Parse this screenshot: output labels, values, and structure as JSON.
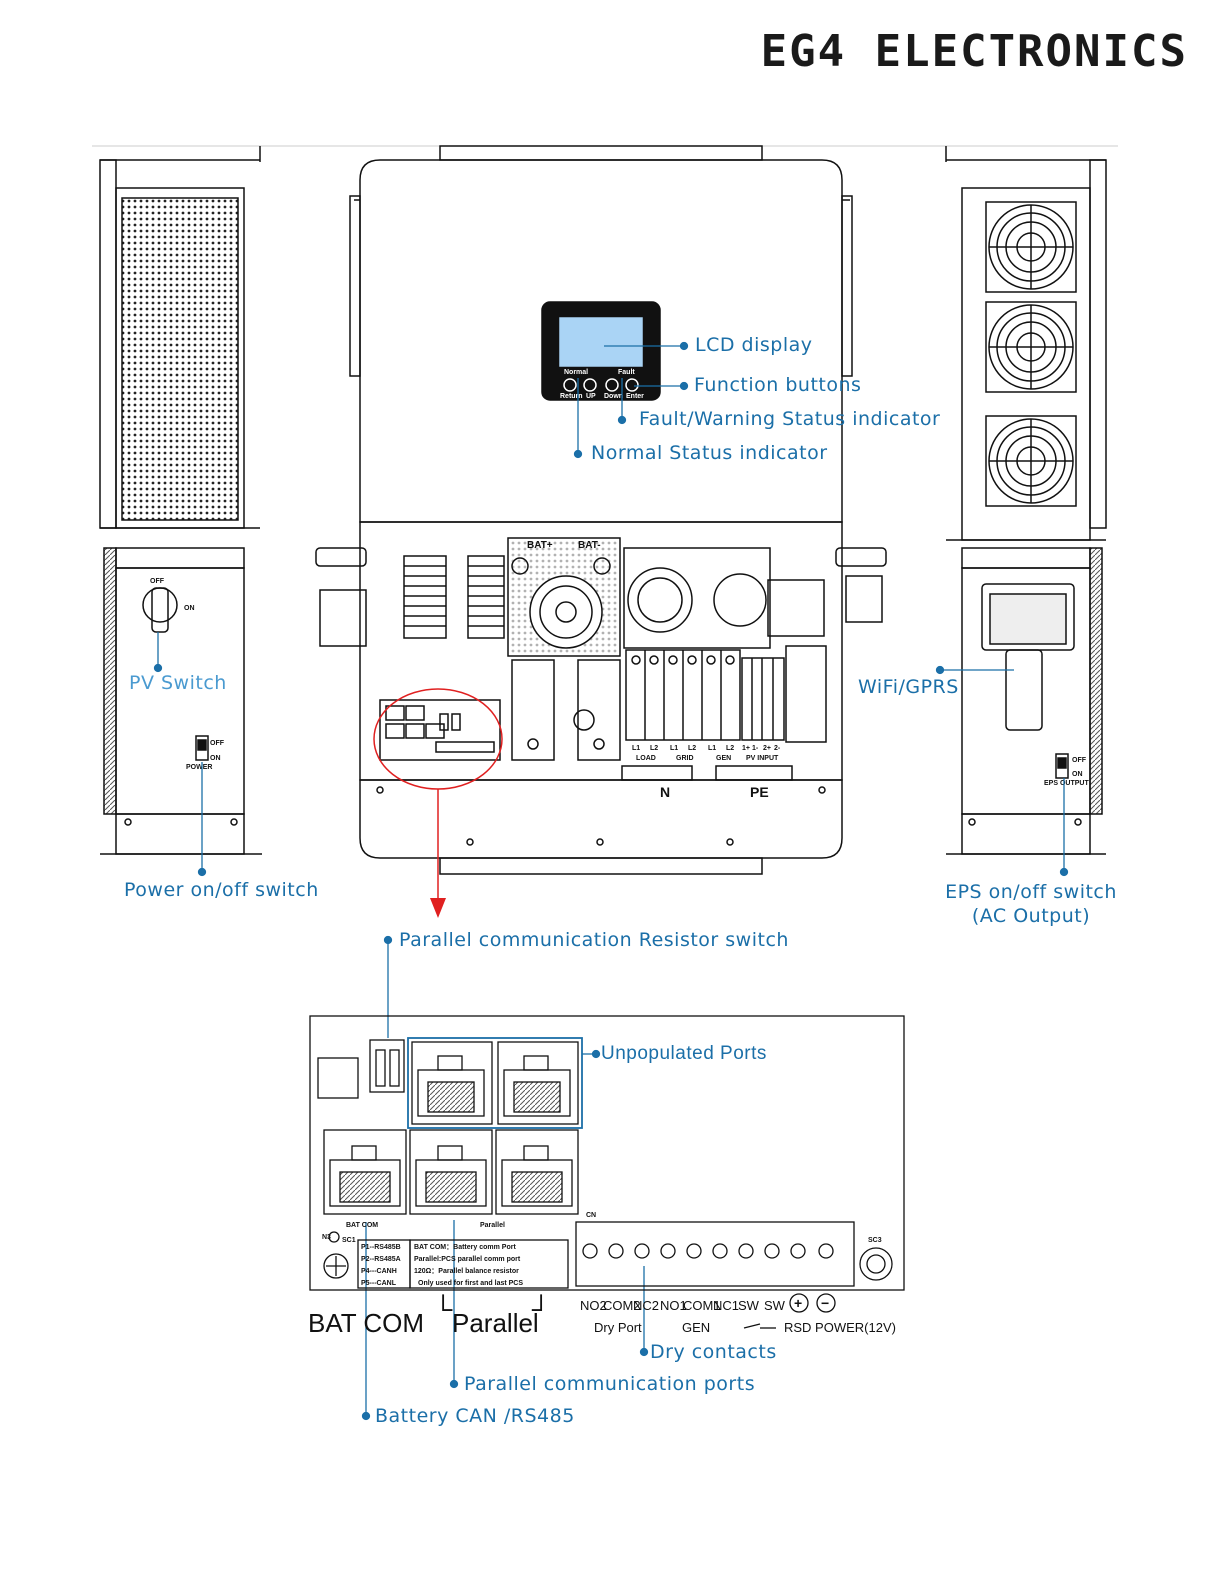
{
  "brand": "EG4 ELECTRONICS",
  "callouts": {
    "lcd_display": "LCD display",
    "function_buttons": "Function buttons",
    "fault_indicator": "Fault/Warning Status indicator",
    "normal_indicator": "Normal Status indicator",
    "pv_switch": "PV Switch",
    "wifi_gprs": "WiFi/GPRS",
    "power_switch": "Power on/off switch",
    "eps_switch_line1": "EPS  on/off switch",
    "eps_switch_line2": "(AC Output)",
    "parallel_resistor": "Parallel communication Resistor switch",
    "unpopulated_ports": "Unpopulated Ports",
    "dry_contacts": "Dry contacts",
    "parallel_ports": "Parallel communication ports",
    "battery_can": "Battery CAN /RS485"
  },
  "device_labels": {
    "lcd_buttons": [
      "Return",
      "UP",
      "Down",
      "Enter"
    ],
    "lcd_status": [
      "Normal",
      "Fault"
    ],
    "bat_plus": "BAT+",
    "bat_minus": "BAT-",
    "terminals_top": [
      "L1",
      "L2",
      "L1",
      "L2",
      "L1",
      "L2",
      "1+",
      "1-",
      "2+",
      "2-"
    ],
    "terminal_groups": [
      "LOAD",
      "GRID",
      "GEN",
      "PV INPUT"
    ],
    "bus_n": "N",
    "bus_pe": "PE",
    "pv_off": "OFF",
    "pv_on": "ON",
    "power_off": "OFF",
    "power_on": "ON",
    "power_label": "POWER",
    "eps_off": "OFF",
    "eps_on": "ON",
    "eps_label": "EPS OUTPUT"
  },
  "board": {
    "bat_com_small": "BAT COM",
    "parallel_small": "Parallel",
    "bat_com_big": "BAT COM",
    "parallel_big": "Parallel",
    "cn": "CN",
    "sc3": "SC3",
    "sc1": "SC1",
    "n3": "N3",
    "pin_table": [
      "P1--RS485B",
      "P2--RS485A",
      "P4---CANH",
      "P5---CANL"
    ],
    "notes": [
      "BAT COM：Battery comm Port",
      "Parallel:PCS parallel comm port",
      "120Ω：Parallel  balance resistor",
      "Only used for first and last PCS"
    ],
    "dry_terms": [
      "NO2",
      "COM2",
      "NC2",
      "NO1",
      "COM1",
      "NC1",
      "SW",
      "SW"
    ],
    "dry_plus": "+",
    "dry_minus": "−",
    "group_dry_port": "Dry Port",
    "group_gen": "GEN",
    "group_rsd": "RSD POWER(12V)"
  }
}
